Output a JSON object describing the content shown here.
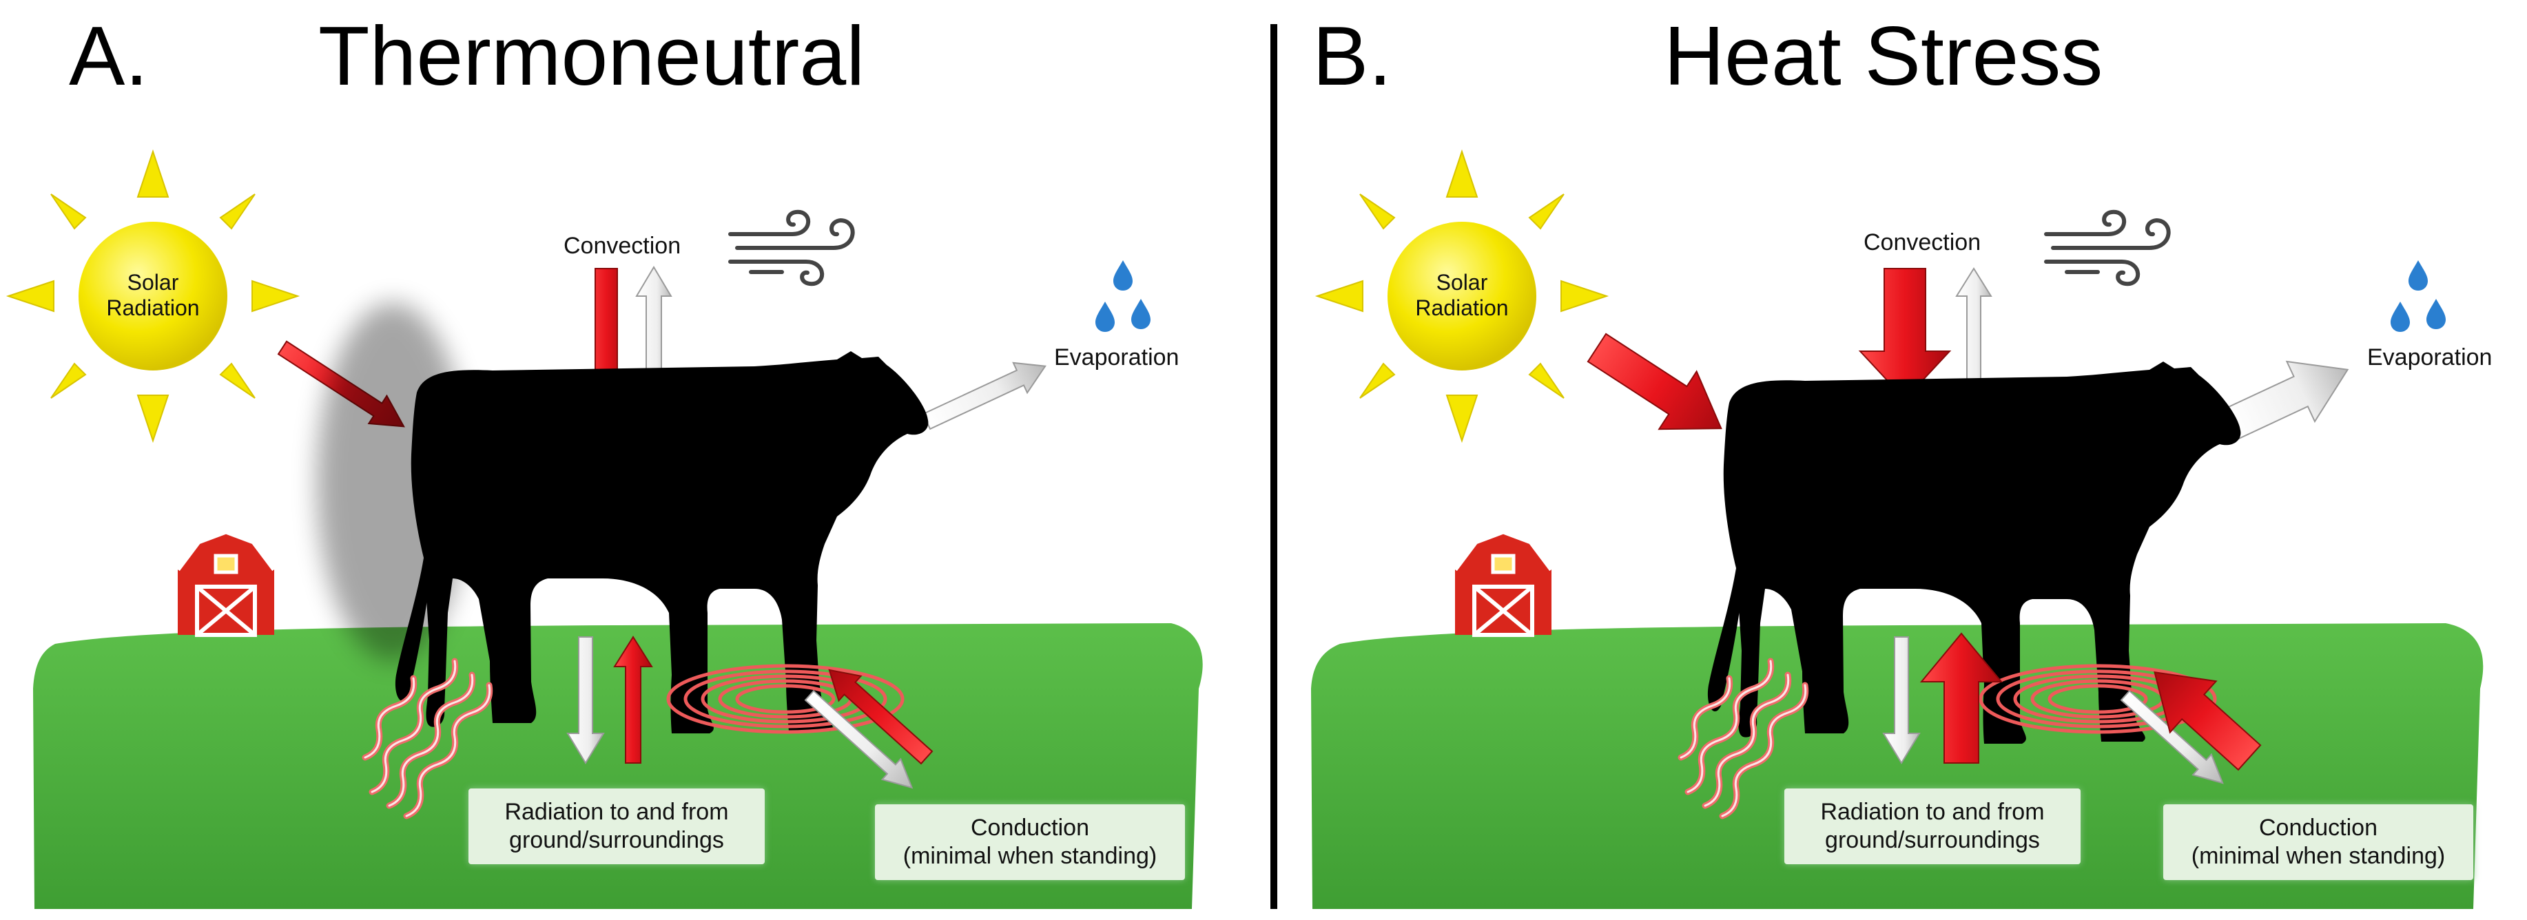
{
  "panels": [
    {
      "letter": "A.",
      "title": "Thermoneutral",
      "solar_label": [
        "Solar",
        "Radiation"
      ],
      "convection_label": "Convection",
      "evaporation_label": "Evaporation",
      "radiation_label": [
        "Radiation to and from",
        "ground/surroundings"
      ],
      "conduction_label": [
        "Conduction",
        "(minimal when standing)"
      ],
      "arrow_style": "thin"
    },
    {
      "letter": "B.",
      "title": "Heat Stress",
      "solar_label": [
        "Solar",
        "Radiation"
      ],
      "convection_label": "Convection",
      "evaporation_label": "Evaporation",
      "radiation_label": [
        "Radiation to and from",
        "ground/surroundings"
      ],
      "conduction_label": [
        "Conduction",
        "(minimal when standing)"
      ],
      "arrow_style": "thick"
    }
  ],
  "colors": {
    "heat_gain_arrow": "#e8141c",
    "heat_loss_arrow": "#f2f2f2",
    "sun": "#f5e600",
    "ground": "#4caf3c",
    "barn": "#d9261c",
    "cow": "#000000",
    "water_drops": "#2a7fd0"
  },
  "icons": [
    "sun-icon",
    "wind-icon",
    "water-drops-icon",
    "barn-icon",
    "cow-silhouette",
    "radiation-wave-icon",
    "conduction-rings-icon"
  ]
}
